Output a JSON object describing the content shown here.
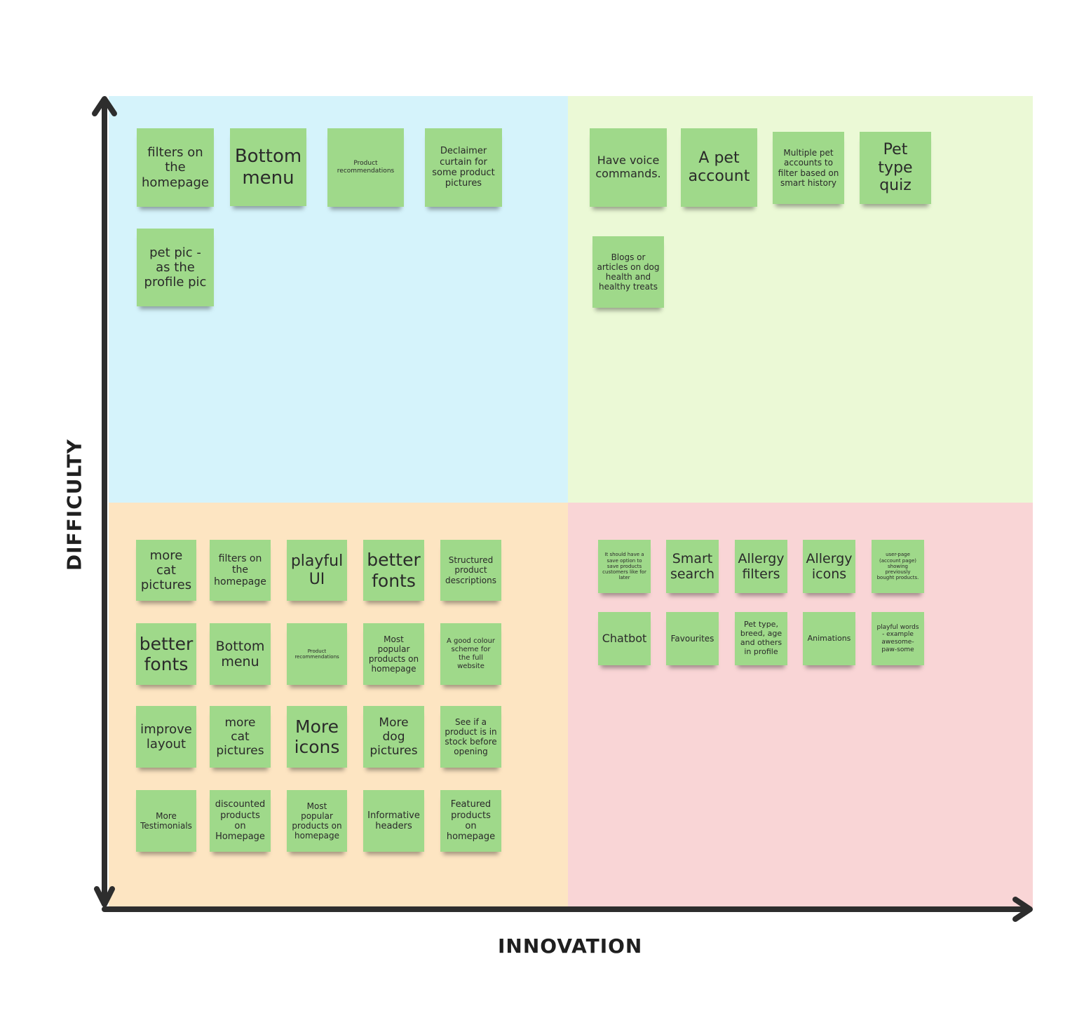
{
  "axes": {
    "x_label": "INNOVATION",
    "y_label": "DIFFICULTY"
  },
  "colors": {
    "top_left": "#d5f3fb",
    "top_right": "#ebf9d6",
    "bottom_left": "#fde5c2",
    "bottom_right": "#f9d5d6",
    "sticky_note": "#9fd98a",
    "axis": "#2d2d2d"
  },
  "quadrants": {
    "top_left": {
      "notes": [
        "filters on the homepage",
        "Bottom menu",
        "Product recommendations",
        "Declaimer curtain for some product pictures",
        "pet pic - as the profile pic"
      ]
    },
    "top_right": {
      "notes": [
        "Have voice commands.",
        "A pet account",
        "Multiple pet accounts to filter based on smart history",
        "Pet type quiz",
        "Blogs or articles on dog health and healthy treats"
      ]
    },
    "bottom_left": {
      "notes": [
        "more cat pictures",
        "filters on the homepage",
        "playful UI",
        "better fonts",
        "Structured product descriptions",
        "better fonts",
        "Bottom menu",
        "Product recommendations",
        "Most popular products on homepage",
        "A good colour scheme for the full website",
        "improve layout",
        "more cat pictures",
        "More icons",
        "More dog pictures",
        "See if a product is in stock before opening",
        "More Testimonials",
        "discounted products on Homepage",
        "Most popular products on homepage",
        "Informative headers",
        "Featured products on homepage"
      ]
    },
    "bottom_right": {
      "notes": [
        "It should have a save option to save products customers like for later",
        "Smart search",
        "Allergy filters",
        "Allergy icons",
        "user-page (account page) showing previously bought products.",
        "Chatbot",
        "Favourites",
        "Pet type, breed, age and others in profile",
        "Animations",
        "playful words - example awesome-paw-some"
      ]
    }
  }
}
